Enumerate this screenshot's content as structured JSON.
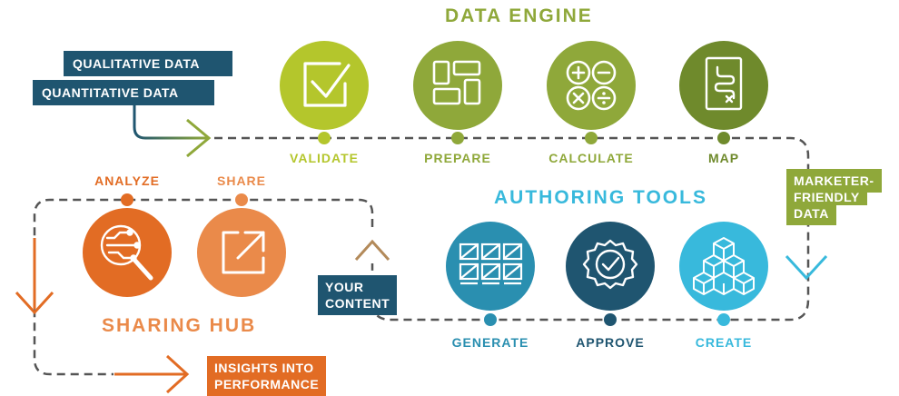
{
  "colors": {
    "green_light": "#b4c62c",
    "green_mid": "#8fa83a",
    "green_dark": "#6f8a2c",
    "navy": "#1f5570",
    "teal": "#2a8fb0",
    "cyan": "#38b9dc",
    "orange": "#e26c24",
    "orange_light": "#ea8a4a",
    "gray_dash": "#555555"
  },
  "data_engine": {
    "title": "DATA ENGINE",
    "steps": [
      {
        "label": "VALIDATE",
        "icon": "checkbox-icon"
      },
      {
        "label": "PREPARE",
        "icon": "layout-blocks-icon"
      },
      {
        "label": "CALCULATE",
        "icon": "math-operators-icon"
      },
      {
        "label": "MAP",
        "icon": "document-map-icon"
      }
    ]
  },
  "inputs": {
    "qualitative": "QUALITATIVE DATA",
    "quantitative": "QUANTITATIVE DATA"
  },
  "marketer_tag": [
    "MARKETER-",
    "FRIENDLY",
    "DATA"
  ],
  "authoring_tools": {
    "title": "AUTHORING TOOLS",
    "steps": [
      {
        "label": "GENERATE",
        "icon": "grid-pages-icon"
      },
      {
        "label": "APPROVE",
        "icon": "badge-check-icon"
      },
      {
        "label": "CREATE",
        "icon": "cubes-icon"
      }
    ]
  },
  "your_content_tag": [
    "YOUR",
    "CONTENT"
  ],
  "sharing_hub": {
    "title": "SHARING HUB",
    "steps": [
      {
        "label": "ANALYZE",
        "icon": "magnify-circuit-icon"
      },
      {
        "label": "SHARE",
        "icon": "external-share-icon"
      }
    ]
  },
  "insights_tag": [
    "INSIGHTS INTO",
    "PERFORMANCE"
  ]
}
